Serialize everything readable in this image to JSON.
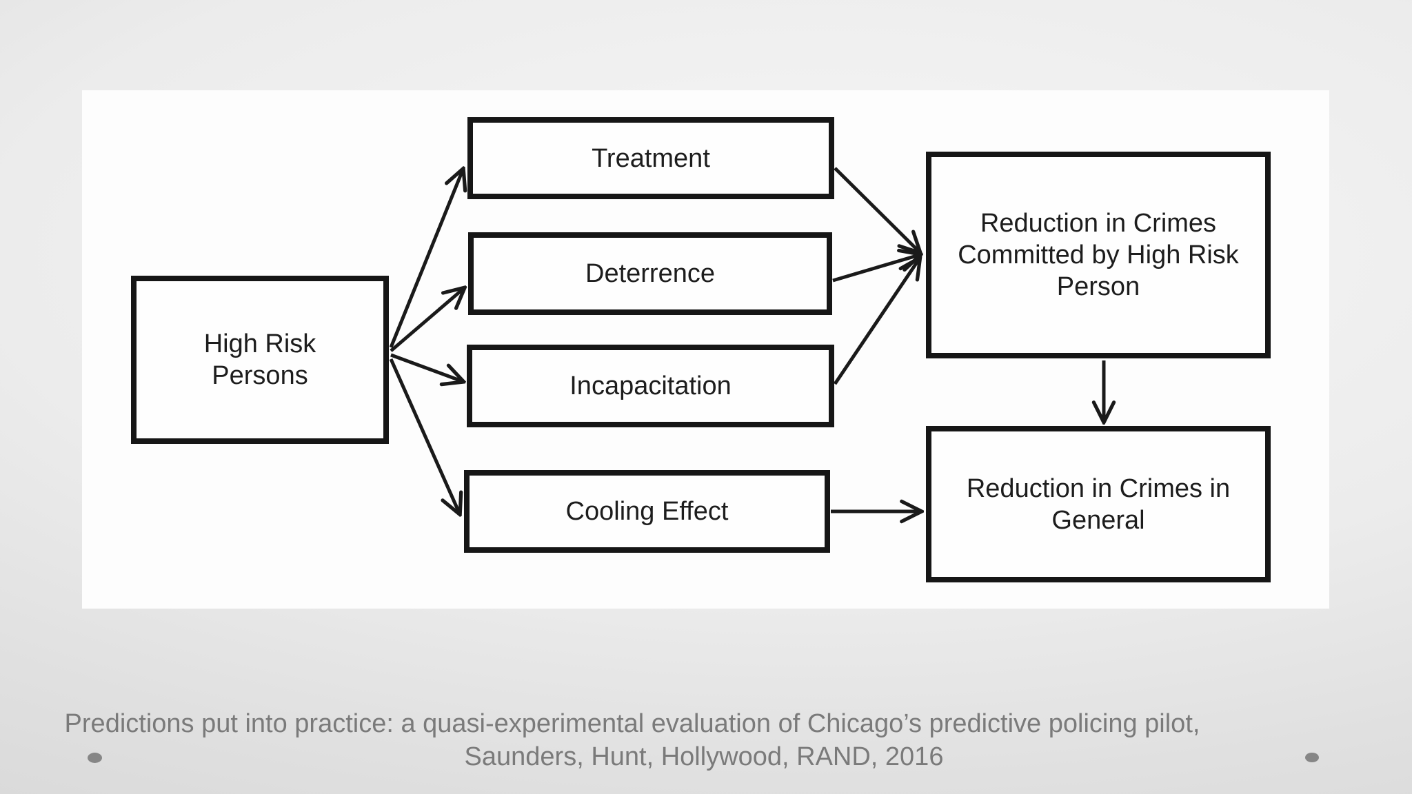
{
  "slide": {
    "caption": {
      "line1": "Predictions put into practice: a quasi-experimental evaluation of Chicago’s predictive policing pilot,",
      "line2": "Saunders, Hunt, Hollywood, RAND, 2016",
      "color": "#7a7a7a"
    },
    "decorations": {
      "dot_color": "#868686"
    }
  },
  "diagram": {
    "ink_color": "#1a1a1a",
    "panel_color": "#fdfdfd",
    "nodes": [
      {
        "id": "high-risk-persons",
        "label": "High Risk Persons"
      },
      {
        "id": "treatment",
        "label": "Treatment"
      },
      {
        "id": "deterrence",
        "label": "Deterrence"
      },
      {
        "id": "incapacitation",
        "label": "Incapacitation"
      },
      {
        "id": "cooling-effect",
        "label": "Cooling Effect"
      },
      {
        "id": "reduction-crimes-high-risk",
        "label": "Reduction in Crimes Committed by High Risk Person"
      },
      {
        "id": "reduction-crimes-general",
        "label": "Reduction in Crimes in General"
      }
    ],
    "edges": [
      {
        "from": "high-risk-persons",
        "to": "treatment"
      },
      {
        "from": "high-risk-persons",
        "to": "deterrence"
      },
      {
        "from": "high-risk-persons",
        "to": "incapacitation"
      },
      {
        "from": "high-risk-persons",
        "to": "cooling-effect"
      },
      {
        "from": "treatment",
        "to": "reduction-crimes-high-risk"
      },
      {
        "from": "deterrence",
        "to": "reduction-crimes-high-risk"
      },
      {
        "from": "incapacitation",
        "to": "reduction-crimes-high-risk"
      },
      {
        "from": "cooling-effect",
        "to": "reduction-crimes-general"
      },
      {
        "from": "reduction-crimes-high-risk",
        "to": "reduction-crimes-general"
      }
    ]
  }
}
